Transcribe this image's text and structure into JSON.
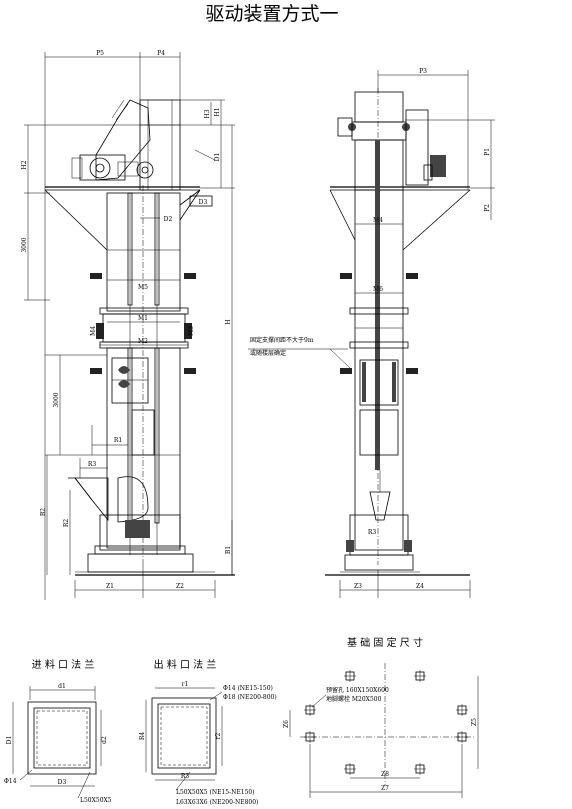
{
  "title": "驱动装置方式一",
  "labels": {
    "P5": "P5",
    "P4": "P4",
    "P3": "P3",
    "P1": "P1",
    "P2": "P2",
    "H1": "H1",
    "H2": "H2",
    "H3": "H3",
    "H": "H",
    "D1": "D1",
    "D2": "D2",
    "D3": "D3",
    "M1": "M1",
    "M2": "M2",
    "M3": "M3",
    "M4": "M4",
    "M5": "M5",
    "M6": "M6",
    "R1": "R1",
    "R2": "R2",
    "R3": "R3",
    "B1": "B1",
    "B2": "B2",
    "Z1": "Z1",
    "Z2": "Z2",
    "Z3": "Z3",
    "Z4": "Z4",
    "Z5": "Z5",
    "Z6": "Z6",
    "Z7": "Z7",
    "Z8": "Z8",
    "dim3000a": "3000",
    "dim3000b": "3000",
    "d1": "d1",
    "d2": "d2",
    "r1": "r1",
    "r2": "r2",
    "R4": "R4"
  },
  "notes": {
    "support_line1": "固定支撑间距不大于9m",
    "support_line2": "或随楼层确定"
  },
  "sections": {
    "inlet_flange": "进 料 口 法 兰",
    "outlet_flange": "出 料 口 法 兰",
    "foundation": "基 础 固 定 尺 寸"
  },
  "inlet": {
    "phi": "Φ14",
    "angle": "L50X50X5"
  },
  "outlet": {
    "phi14": "Φ14 (NE15-150)",
    "phi18": "Φ18 (NE200-800)",
    "angle1": "L50X50X5 (NE15-NE150)",
    "angle2": "L63X63X6 (NE200-NE800)"
  },
  "foundation_info": {
    "hole": "预留孔 160X150X600",
    "bolt": "地脚螺栓 M20X500"
  }
}
